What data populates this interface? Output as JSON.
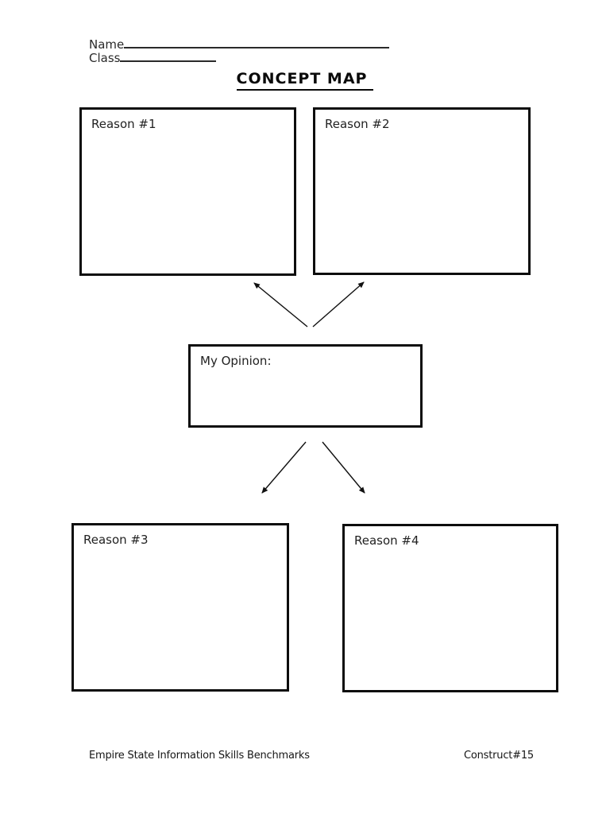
{
  "page": {
    "title": "CONCEPT MAP",
    "name_label": "Name",
    "class_label": "Class"
  },
  "boxes": {
    "reason1": "Reason #1",
    "reason2": "Reason #2",
    "opinion": "My Opinion:",
    "reason3": "Reason #3",
    "reason4": "Reason #4"
  },
  "footer": {
    "left": "Empire State Information Skills Benchmarks",
    "right": "Construct#15"
  },
  "colors": {
    "ink": "#0d0d0d",
    "label_text": "#222222",
    "background": "#ffffff"
  }
}
